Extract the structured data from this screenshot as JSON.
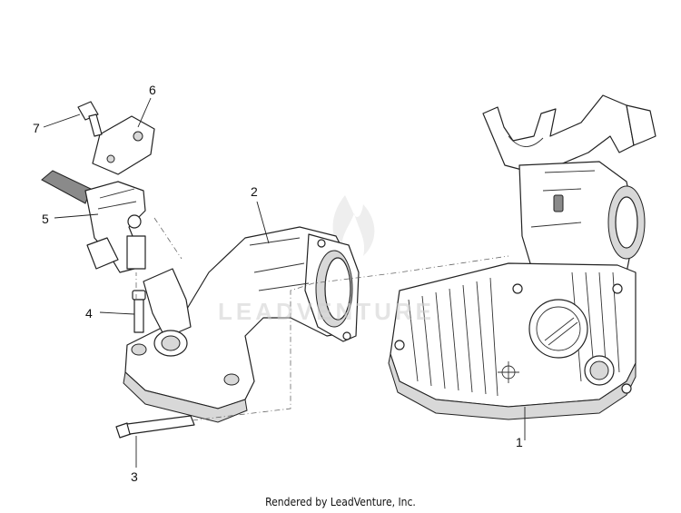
{
  "diagram": {
    "callouts": [
      "1",
      "2",
      "3",
      "4",
      "5",
      "6",
      "7"
    ],
    "footer": "Rendered by LeadVenture, Inc.",
    "watermark": "LEADVENTURE"
  }
}
